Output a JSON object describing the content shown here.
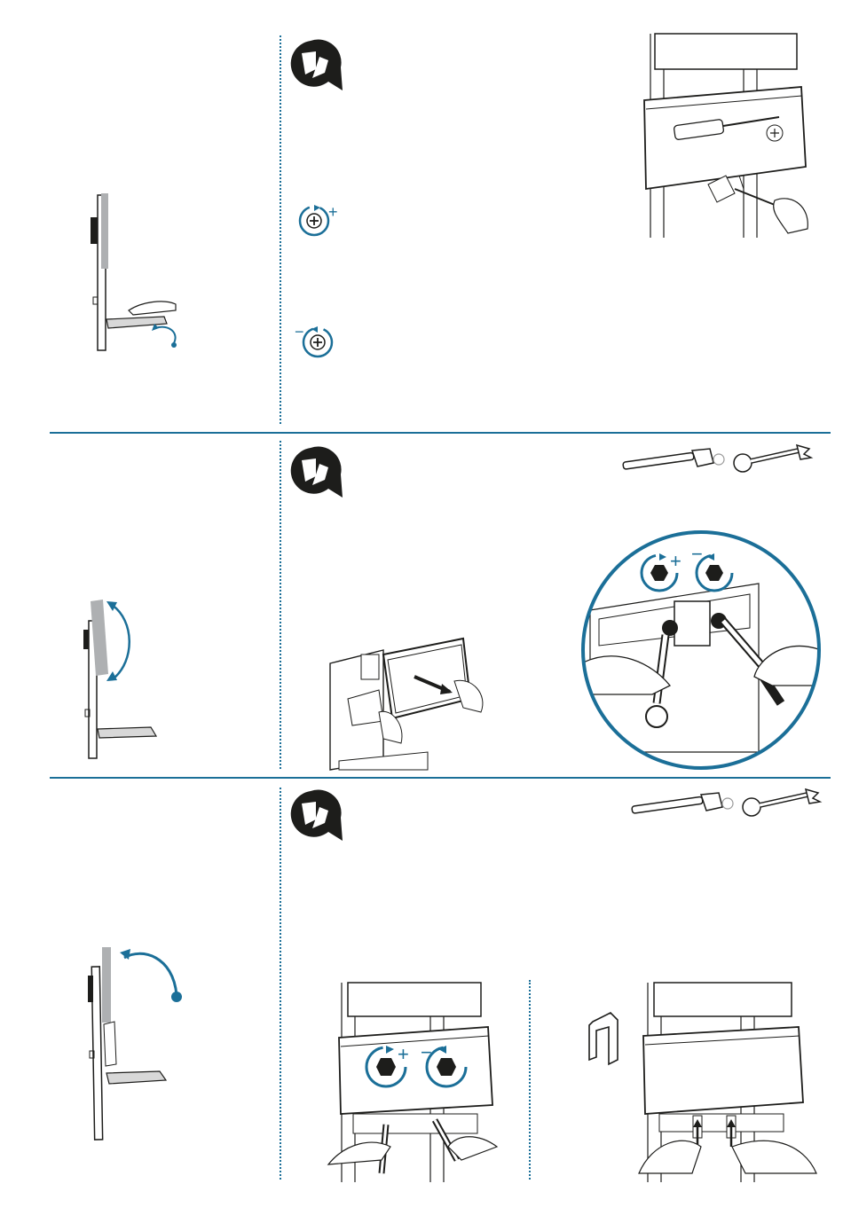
{
  "colors": {
    "accent": "#1b6f98",
    "ink": "#1d1d1b",
    "panel_gray": "#aeb0b2"
  },
  "icons": {
    "tool_badge": "wrench-tool-icon",
    "screw_tighten": "clockwise-screw-plus-icon",
    "screw_loosen": "counterclockwise-screw-minus-icon",
    "nut_tighten": "clockwise-hex-nut-plus-icon",
    "nut_loosen": "counterclockwise-hex-nut-minus-icon"
  },
  "sections": [
    {
      "id": "tilt-stop-adjust",
      "symbols": [
        "+",
        "−"
      ]
    },
    {
      "id": "tilt-tension-adjust",
      "symbols": [
        "+",
        "−"
      ]
    },
    {
      "id": "fold-tension-adjust",
      "symbols": [
        "+",
        "−"
      ]
    }
  ]
}
